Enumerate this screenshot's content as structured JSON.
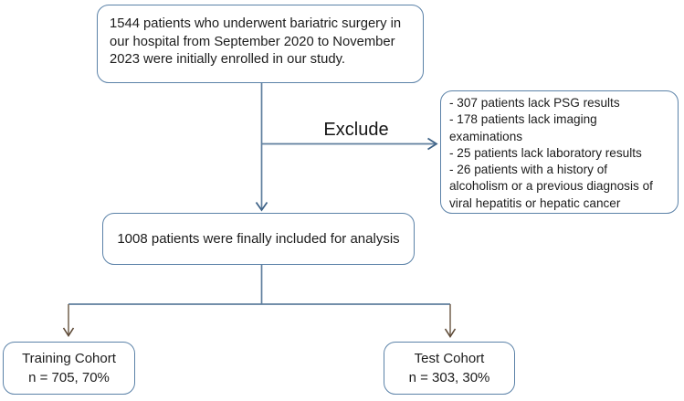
{
  "colors": {
    "background": "#ffffff",
    "box_border": "#5b82a8",
    "connector_blue": "#5f7f9e",
    "arrowhead_blue": "#3c6186",
    "connector_brown": "#7b6a58",
    "arrowhead_brown": "#5d4936",
    "text": "#1c1c1c"
  },
  "nodes": {
    "enrolled": {
      "lines": [
        "1544 patients who underwent bariatric surgery in",
        "our hospital from September 2020 to November",
        "2023 were initially enrolled in our study."
      ]
    },
    "excluded": {
      "lines": [
        "- 307 patients lack PSG results",
        "- 178 patients lack imaging",
        "examinations",
        "- 25 patients lack laboratory results",
        "- 26 patients with a history of",
        "alcoholism or a previous diagnosis of",
        "viral hepatitis or hepatic cancer"
      ]
    },
    "included": {
      "text": "1008 patients were finally included for analysis"
    },
    "training": {
      "line1": "Training Cohort",
      "line2": "n = 705, 70%"
    },
    "test": {
      "line1": "Test Cohort",
      "line2": "n = 303, 30%"
    }
  },
  "labels": {
    "exclude": "Exclude"
  }
}
